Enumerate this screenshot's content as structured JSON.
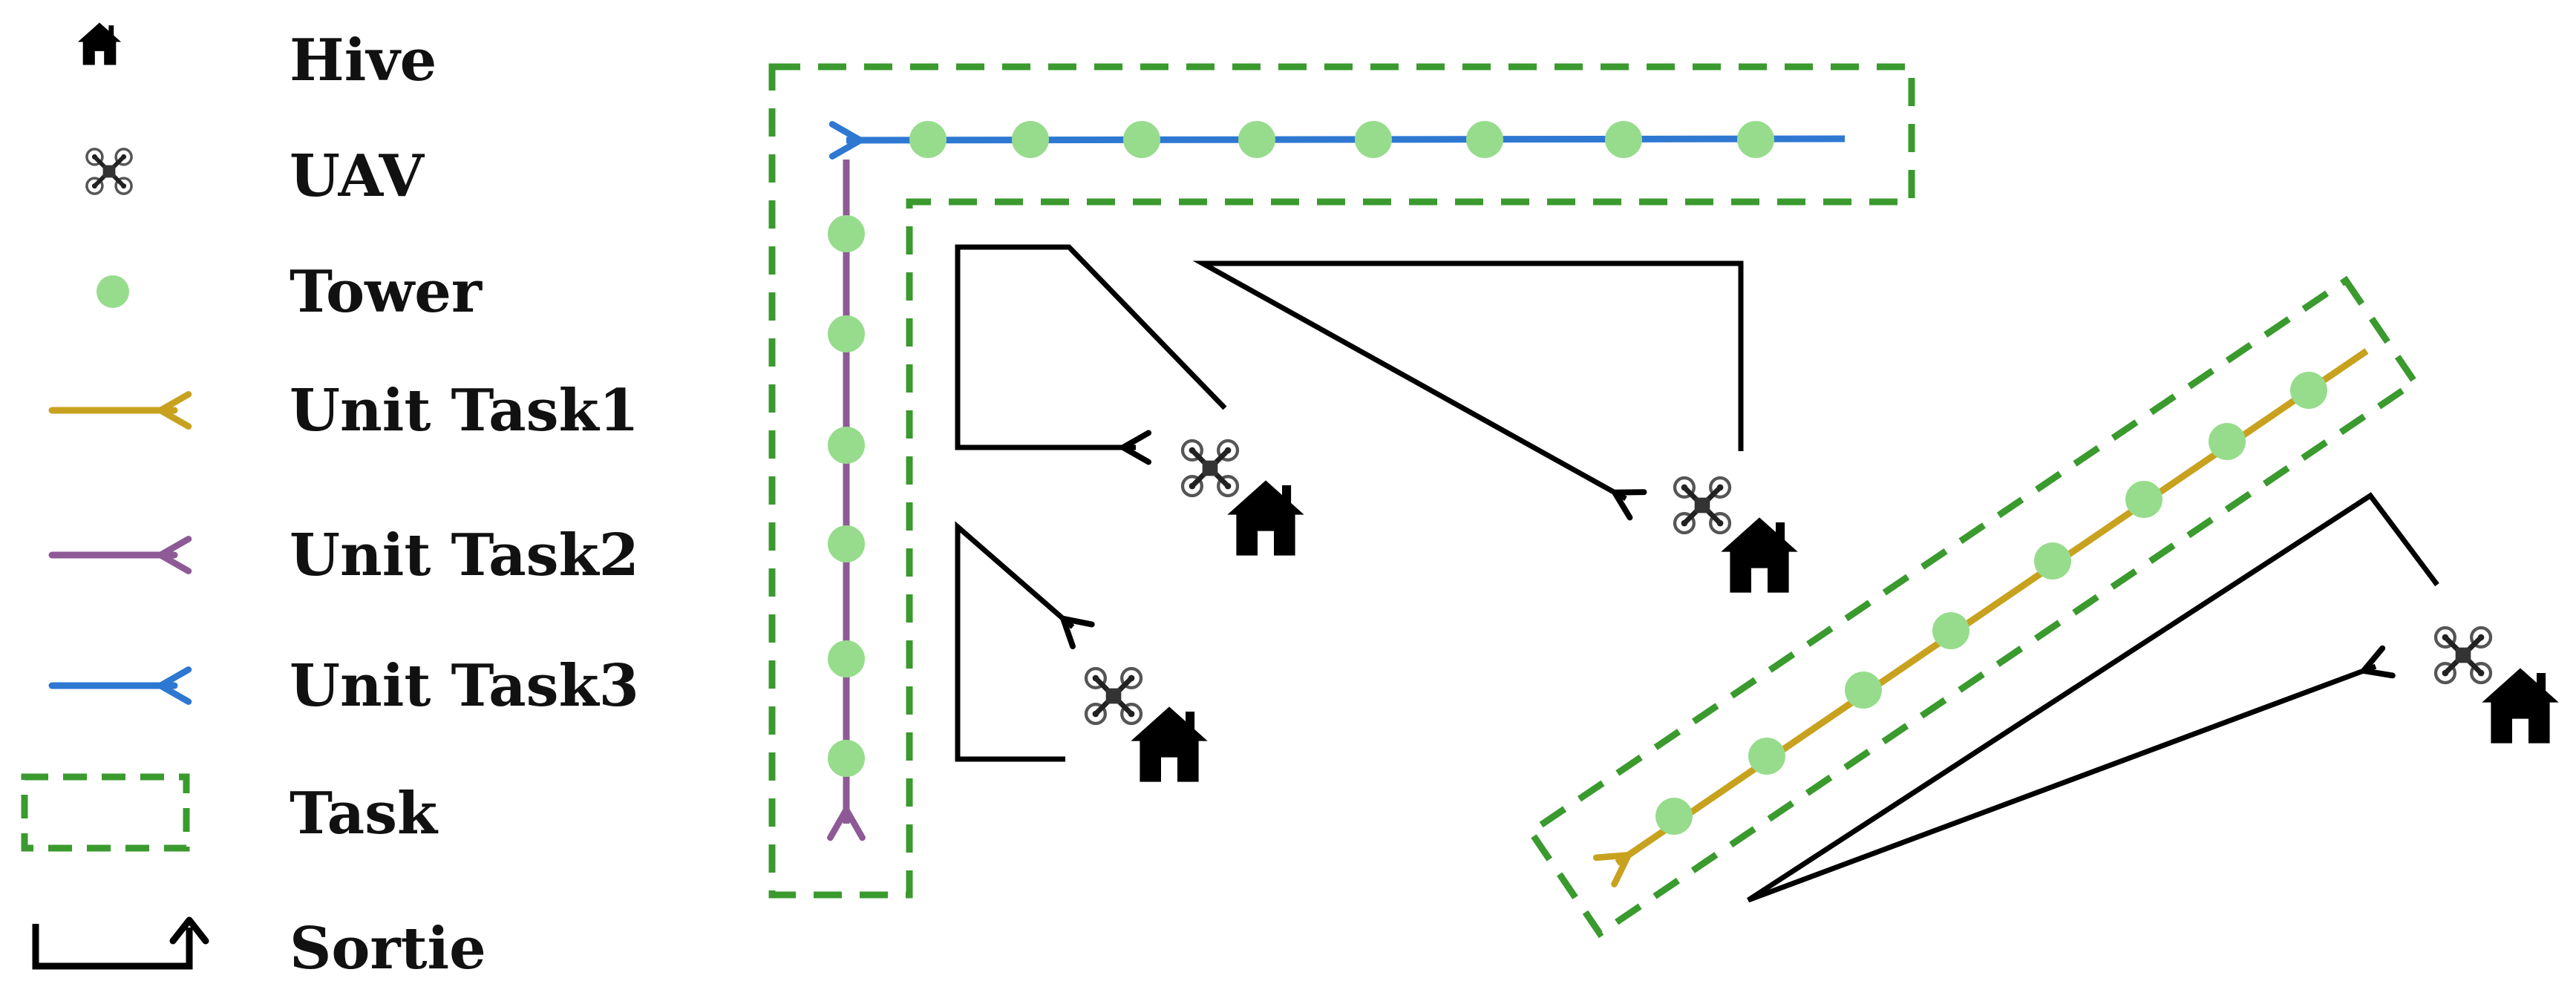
{
  "legend": {
    "items": [
      {
        "key": "hive",
        "label": "Hive",
        "icon": "house-icon"
      },
      {
        "key": "uav",
        "label": "UAV",
        "icon": "drone-icon"
      },
      {
        "key": "tower",
        "label": "Tower",
        "icon": "dot-icon"
      },
      {
        "key": "unit_task1",
        "label": "Unit Task1",
        "icon": "arrow-icon"
      },
      {
        "key": "unit_task2",
        "label": "Unit Task2",
        "icon": "arrow-icon"
      },
      {
        "key": "unit_task3",
        "label": "Unit Task3",
        "icon": "arrow-icon"
      },
      {
        "key": "task",
        "label": "Task",
        "icon": "dashed-rect-icon"
      },
      {
        "key": "sortie",
        "label": "Sortie",
        "icon": "sortie-icon"
      }
    ]
  },
  "colors": {
    "unit_task1": "#C8A21E",
    "unit_task2": "#8E5A96",
    "unit_task3": "#2E78D2",
    "tower": "#96DC8C",
    "task": "#3A9A2E",
    "sortie": "#000000",
    "icon": "#000000"
  }
}
